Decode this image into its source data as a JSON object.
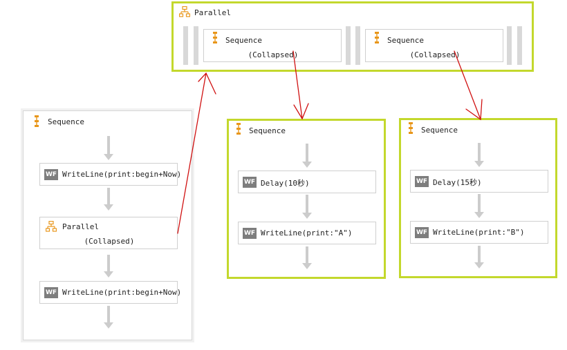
{
  "left_sequence": {
    "title": "Sequence",
    "activities": [
      {
        "label": "WriteLine(print:begin+Now)"
      },
      {
        "label": "Parallel",
        "state": "(Collapsed)"
      },
      {
        "label": "WriteLine(print:begin+Now)"
      }
    ]
  },
  "parallel": {
    "title": "Parallel",
    "branches": [
      {
        "title": "Sequence",
        "state": "(Collapsed)"
      },
      {
        "title": "Sequence",
        "state": "(Collapsed)"
      }
    ]
  },
  "sequence_a": {
    "title": "Sequence",
    "activities": [
      {
        "label": "Delay(10秒)"
      },
      {
        "label": "WriteLine(print:\"A\")"
      }
    ]
  },
  "sequence_b": {
    "title": "Sequence",
    "activities": [
      {
        "label": "Delay(15秒)"
      },
      {
        "label": "WriteLine(print:\"B\")"
      }
    ]
  },
  "icons": {
    "activity": "WF",
    "sequence": "sequence-icon",
    "parallel": "parallel-icon"
  },
  "colors": {
    "selection_border": "#c3d82c",
    "annotation_arrow": "#cc0000",
    "connector": "#cccccc",
    "sequence_icon": "#e8961a"
  }
}
